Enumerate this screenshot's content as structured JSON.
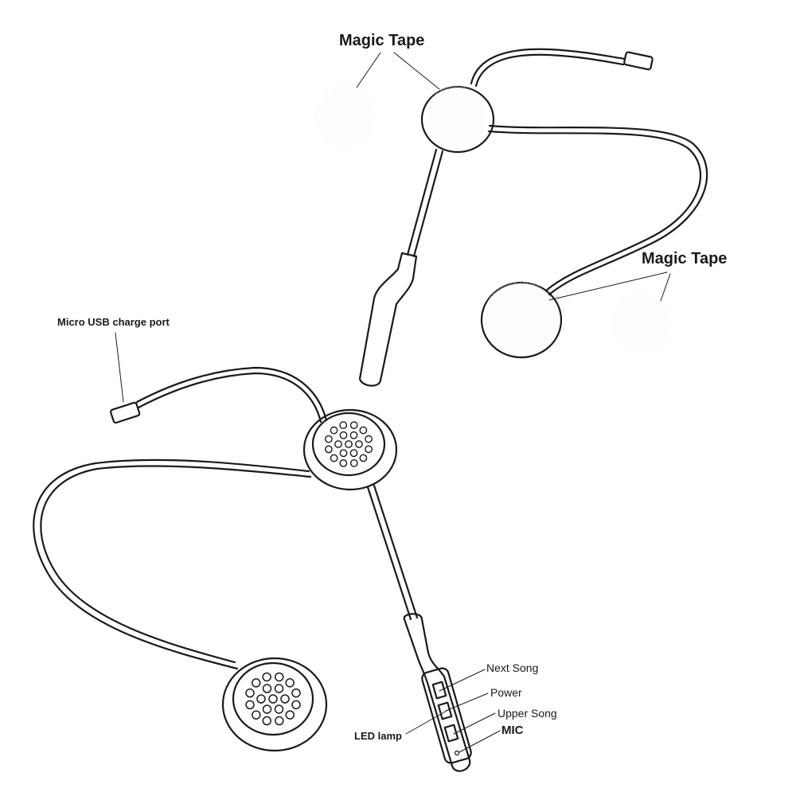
{
  "labels": {
    "magic_tape_top": "Magic Tape",
    "magic_tape_right": "Magic Tape",
    "micro_usb": "Micro USB charge port",
    "next_song": "Next Song",
    "power": "Power",
    "upper_song": "Upper Song",
    "mic": "MIC",
    "led_lamp": "LED lamp"
  },
  "colors": {
    "line": "#1a1a1a",
    "foam": "#3a3a3a"
  }
}
